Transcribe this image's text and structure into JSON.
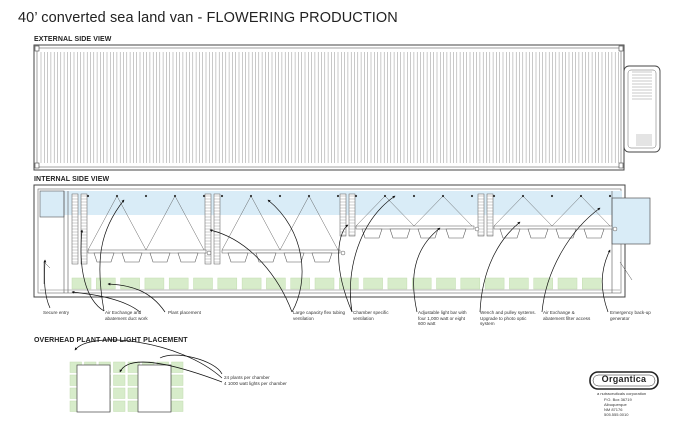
{
  "title": "40’ converted sea land van - FLOWERING PRODUCTION",
  "sections": {
    "external": "EXTERNAL SIDE VIEW",
    "internal": "INTERNAL SIDE VIEW",
    "overhead": "OVERHEAD PLANT AND LIGHT PLACEMENT"
  },
  "callouts": [
    {
      "text": "Secure entry"
    },
    {
      "text": "Air Exchange and abatement duct work"
    },
    {
      "text": "Plant placement"
    },
    {
      "text": "Large capacity flex tubing ventilation"
    },
    {
      "text": "Chamber specific ventilation"
    },
    {
      "text": "Adjustable light bar with four 1,000 watt or eight 600 watt"
    },
    {
      "text": "Wench and pulley systems. Upgrade to photo optic system"
    },
    {
      "text": "Air Exchange & abatement filter access"
    },
    {
      "text": "Emergency back-up generator"
    }
  ],
  "overhead_notes": {
    "plants": "24 plants per chamber",
    "lights": "4 1000 watt lights per chamber"
  },
  "logo": {
    "name": "Organtica",
    "tagline": "a nutraceuticals corporation",
    "address": [
      "P.O. Box 36719",
      "Albuquerque",
      "NM 87176",
      "505.555.0010"
    ]
  },
  "colors": {
    "interior_blue": "#d9ecf7",
    "plant_green": "#d7ecca",
    "line": "#444444"
  }
}
